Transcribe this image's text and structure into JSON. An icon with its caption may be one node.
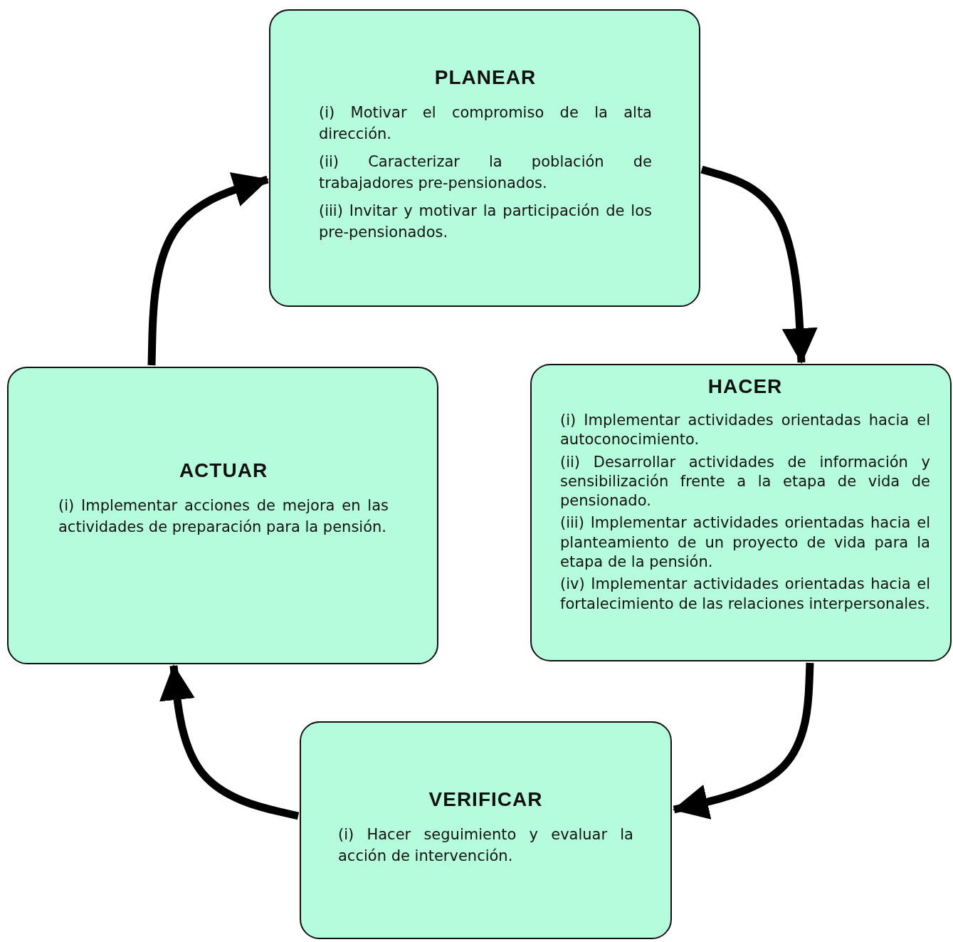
{
  "diagram": {
    "nodes": [
      {
        "text": [
          "PLANEAR",
          "(i) Motivar el compromiso de la alta dirección.",
          "(ii) Caracterizar la población de trabajadores pre-pensionados.",
          "(iii) Invitar y motivar la participación de los pre-pensionados."
        ]
      },
      {
        "text": [
          "HACER",
          "(i) Implementar actividades orientadas hacia el autoconocimiento.",
          "(ii) Desarrollar actividades de información y sensibilización frente a la etapa de vida de pensionado.",
          "(iii) Implementar actividades orientadas hacia el planteamiento de un proyecto de vida para la etapa de la pensión.",
          "(iv) Implementar actividades orientadas hacia el fortalecimiento de las relaciones interpersonales."
        ]
      },
      {
        "text": [
          "VERIFICAR",
          "(i) Hacer seguimiento y evaluar la acción de intervención."
        ]
      },
      {
        "text": [
          "ACTUAR",
          "(i) Implementar acciones de mejora en las actividades de preparación para la pensión."
        ]
      }
    ],
    "edges": [
      {
        "from": 0,
        "to": 1,
        "arrow": "to"
      },
      {
        "from": 1,
        "to": 2,
        "arrow": "to"
      },
      {
        "from": 2,
        "to": 3,
        "arrow": "to"
      },
      {
        "from": 3,
        "to": 0,
        "arrow": "to"
      }
    ]
  }
}
